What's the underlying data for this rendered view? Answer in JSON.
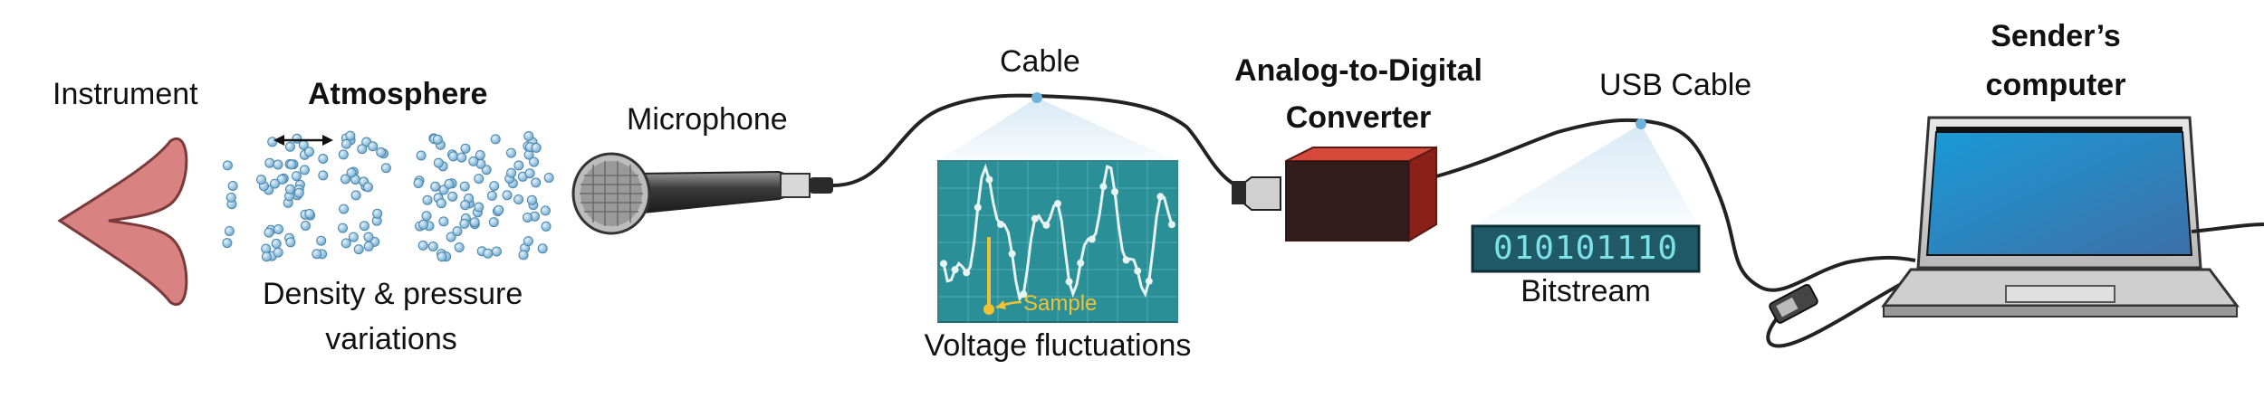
{
  "labels": {
    "instrument": "Instrument",
    "atmosphere": "Atmosphere",
    "density_line1": "Density & pressure",
    "density_line2": "variations",
    "microphone": "Microphone",
    "cable": "Cable",
    "voltage": "Voltage fluctuations",
    "sample": "Sample",
    "adc_line1": "Analog-to-Digital",
    "adc_line2": "Converter",
    "usb_cable": "USB Cable",
    "bitstream_value": "010101110",
    "bitstream": "Bitstream",
    "computer_line1": "Sender’s",
    "computer_line2": "computer"
  },
  "colors": {
    "horn": "#d98282",
    "particle": "#8dbfe0",
    "scope_bg": "#2a8f97",
    "waveform": "#e6f4f4",
    "sample": "#f2c230",
    "adc_red": "#b8322a",
    "bit_bg": "#1f5a66",
    "bit_text": "#7ee0e8",
    "screen": "#2d8ec7",
    "beam": "#cfe5f3"
  }
}
